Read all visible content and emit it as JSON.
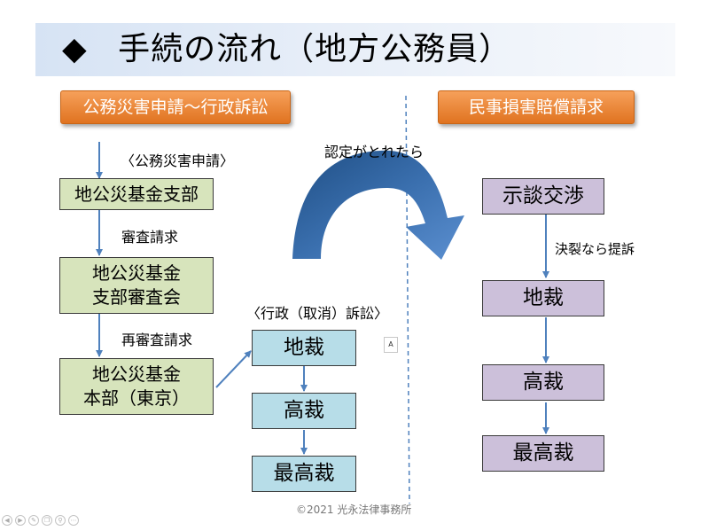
{
  "title": {
    "bullet": "◆",
    "text": "手続の流れ（地方公務員）"
  },
  "left": {
    "header": "公務災害申請～行政訴訟",
    "steps": [
      {
        "note": "〈公務災害申請〉",
        "box": "地公災基金支部"
      },
      {
        "note": "審査請求",
        "box": "地公災基金\n支部審査会"
      },
      {
        "note": "再審査請求",
        "box": "地公災基金\n本部（東京）"
      }
    ]
  },
  "middle": {
    "lawsuit_label": "〈行政（取消）訴訟〉",
    "courts": [
      "地裁",
      "高裁",
      "最高裁"
    ],
    "curve_label": "認定がとれたら"
  },
  "right": {
    "header": "民事損害賠償請求",
    "negotiation": "示談交渉",
    "breakdown_label": "決裂なら提訴",
    "courts": [
      "地裁",
      "高裁",
      "最高裁"
    ]
  },
  "marker_text": "A",
  "footer": "©2021 光永法律事務所",
  "nav_icons": [
    "prev-icon",
    "next-icon",
    "pen-icon",
    "copy-icon",
    "zoom-icon",
    "more-icon"
  ],
  "colors": {
    "orange": "#e9843a",
    "green_box": "#d7e4bc",
    "blue_box": "#b7dde8",
    "purple_box": "#ccc0da",
    "arrow": "#4f81bd",
    "big_arrow": "#2e5f96",
    "divider": "#4f81bd"
  }
}
